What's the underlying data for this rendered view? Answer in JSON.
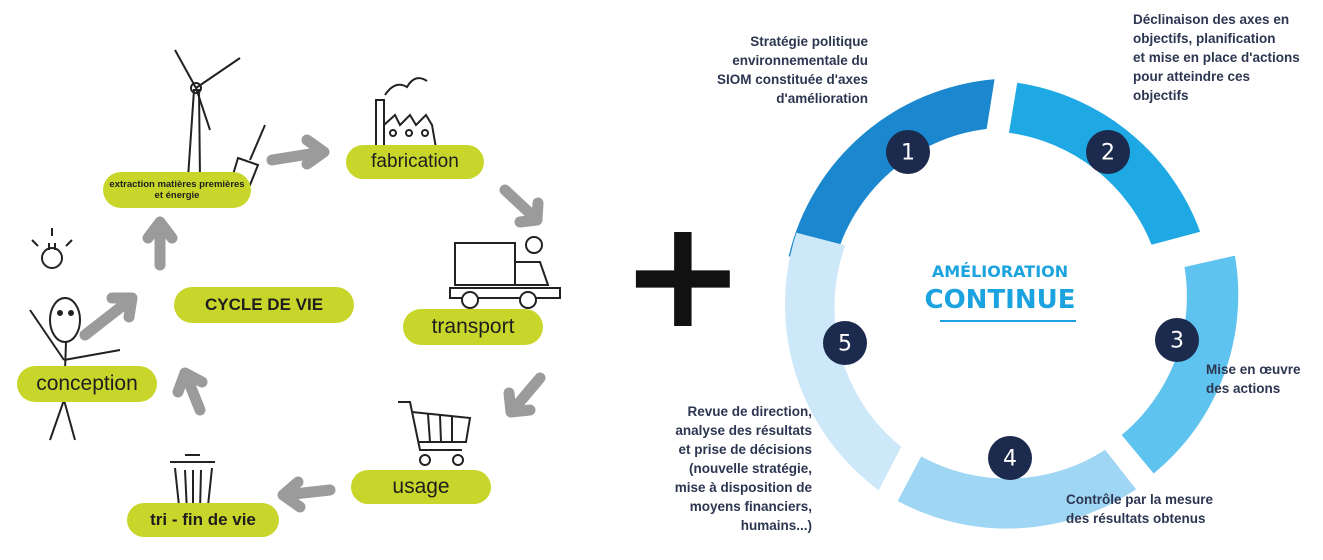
{
  "life_cycle": {
    "title": "CYCLE DE VIE",
    "stages": {
      "extraction": "extraction matières premières et énergie",
      "fabrication": "fabrication",
      "transport": "transport",
      "usage": "usage",
      "tri": "tri - fin de vie",
      "conception": "conception"
    }
  },
  "plus_sign": "+",
  "improvement": {
    "center_line1": "AMÉLIORATION",
    "center_line2": "CONTINUE",
    "steps": [
      {
        "number": "1",
        "text": "Stratégie politique\nenvironnementale du\nSIOM constituée d'axes\nd'amélioration"
      },
      {
        "number": "2",
        "text": "Déclinaison des axes en\nobjectifs, planification\net mise en place d'actions\npour atteindre ces\nobjectifs"
      },
      {
        "number": "3",
        "text": "Mise en œuvre\ndes actions"
      },
      {
        "number": "4",
        "text": "Contrôle par la mesure\ndes résultats obtenus"
      },
      {
        "number": "5",
        "text": "Revue de direction,\nanalyse des résultats\net prise de décisions\n(nouvelle stratégie,\nmise à disposition de\nmoyens financiers,\nhumains...)"
      }
    ],
    "colors": {
      "seg1": "#1a87cf",
      "seg2": "#1ea8e4",
      "seg3": "#5ec3ef",
      "seg4": "#9fd6f4",
      "seg5": "#cde8f9",
      "badge": "#1c2a4e",
      "accent": "#1ba3df",
      "pill": "#c8d62b"
    }
  }
}
